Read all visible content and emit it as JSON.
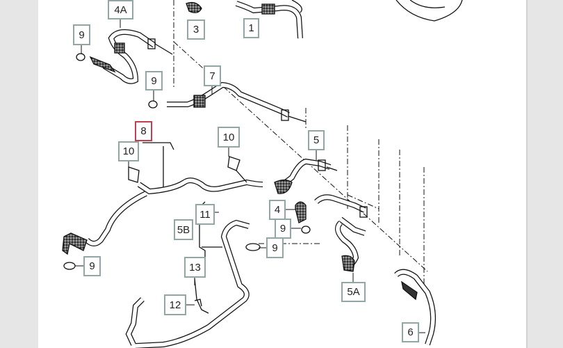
{
  "diagram": {
    "accent_color": "#93a6a6",
    "selected_color": "#c0404f",
    "callouts": [
      {
        "id": "4A",
        "label": "4A"
      },
      {
        "id": "3",
        "label": "3"
      },
      {
        "id": "1",
        "label": "1"
      },
      {
        "id": "9a",
        "label": "9"
      },
      {
        "id": "9b",
        "label": "9"
      },
      {
        "id": "7",
        "label": "7"
      },
      {
        "id": "8",
        "label": "8",
        "selected": true
      },
      {
        "id": "10a",
        "label": "10"
      },
      {
        "id": "10b",
        "label": "10"
      },
      {
        "id": "5",
        "label": "5"
      },
      {
        "id": "4",
        "label": "4"
      },
      {
        "id": "9c",
        "label": "9"
      },
      {
        "id": "11",
        "label": "11"
      },
      {
        "id": "5B",
        "label": "5B"
      },
      {
        "id": "9d",
        "label": "9"
      },
      {
        "id": "9e",
        "label": "9"
      },
      {
        "id": "13",
        "label": "13"
      },
      {
        "id": "12",
        "label": "12"
      },
      {
        "id": "5A",
        "label": "5A"
      },
      {
        "id": "6",
        "label": "6"
      }
    ]
  }
}
